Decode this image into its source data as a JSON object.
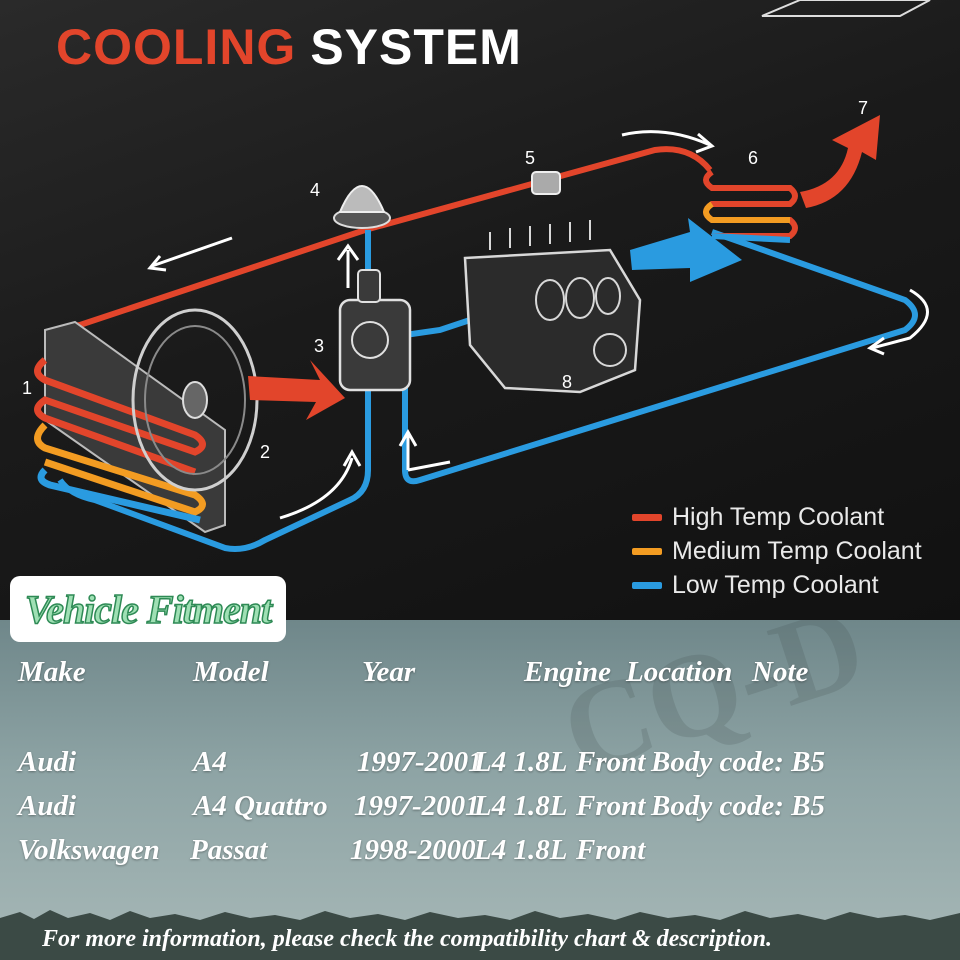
{
  "title": {
    "part1": "COOLING",
    "part2": "SYSTEM"
  },
  "callouts": [
    "1",
    "2",
    "3",
    "4",
    "5",
    "6",
    "7",
    "8"
  ],
  "legend": [
    {
      "label": "High Temp Coolant",
      "color": "#e2452b"
    },
    {
      "label": "Medium Temp Coolant",
      "color": "#f39c22"
    },
    {
      "label": "Low Temp Coolant",
      "color": "#2a9be0"
    }
  ],
  "colors": {
    "high": "#e2452b",
    "medium": "#f39c22",
    "low": "#2a9be0"
  },
  "fitment": {
    "header": "Vehicle Fitment",
    "columns": [
      "Make",
      "Model",
      "Year",
      "Engine",
      "Location",
      "Note"
    ],
    "rows": [
      [
        "Audi",
        "A4",
        "1997-2001",
        "L4 1.8L",
        "Front",
        "Body code: B5"
      ],
      [
        "Audi",
        "A4 Quattro",
        "1997-2001",
        "L4 1.8L",
        "Front",
        "Body code: B5"
      ],
      [
        "Volkswagen",
        "Passat",
        "1998-2000",
        "L4 1.8L",
        "Front",
        ""
      ]
    ],
    "watermark": "CQ-D"
  },
  "footer": "For more information, please check the compatibility chart & description."
}
